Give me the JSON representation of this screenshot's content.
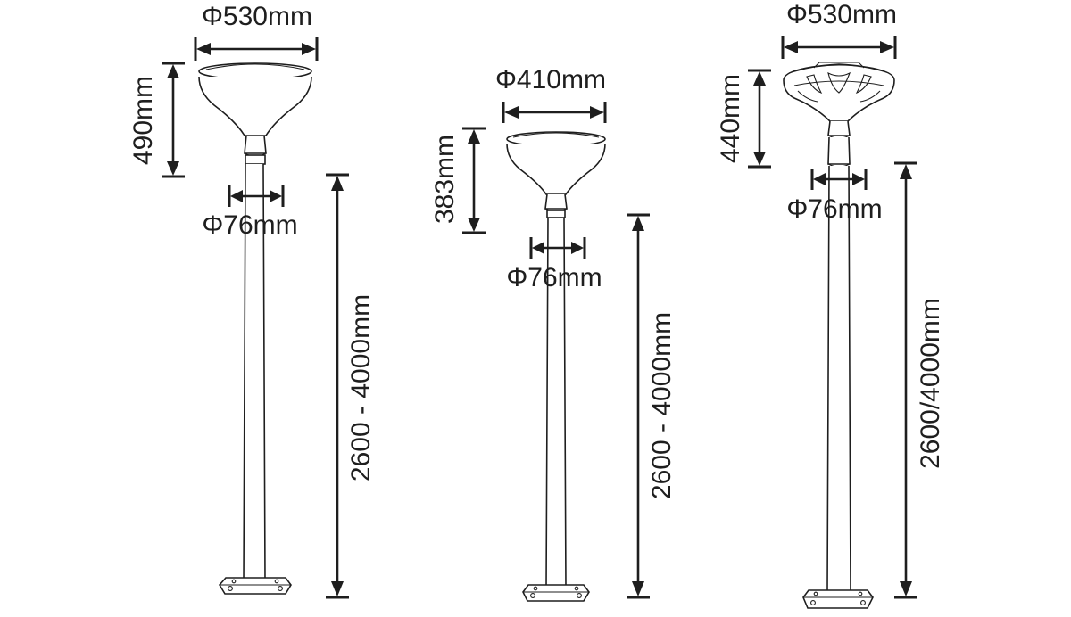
{
  "lamps": [
    {
      "id": "lamp-1",
      "head_diameter": "Φ530mm",
      "head_height": "490mm",
      "pole_diameter": "Φ76mm",
      "pole_height": "2600 - 4000mm"
    },
    {
      "id": "lamp-2",
      "head_diameter": "Φ410mm",
      "head_height": "383mm",
      "pole_diameter": "Φ76mm",
      "pole_height": "2600 - 4000mm"
    },
    {
      "id": "lamp-3",
      "head_diameter": "Φ530mm",
      "head_height": "440mm",
      "pole_diameter": "Φ76mm",
      "pole_height": "2600/4000mm"
    }
  ],
  "colors": {
    "ink": "#1e1e1e",
    "background": "#ffffff"
  }
}
